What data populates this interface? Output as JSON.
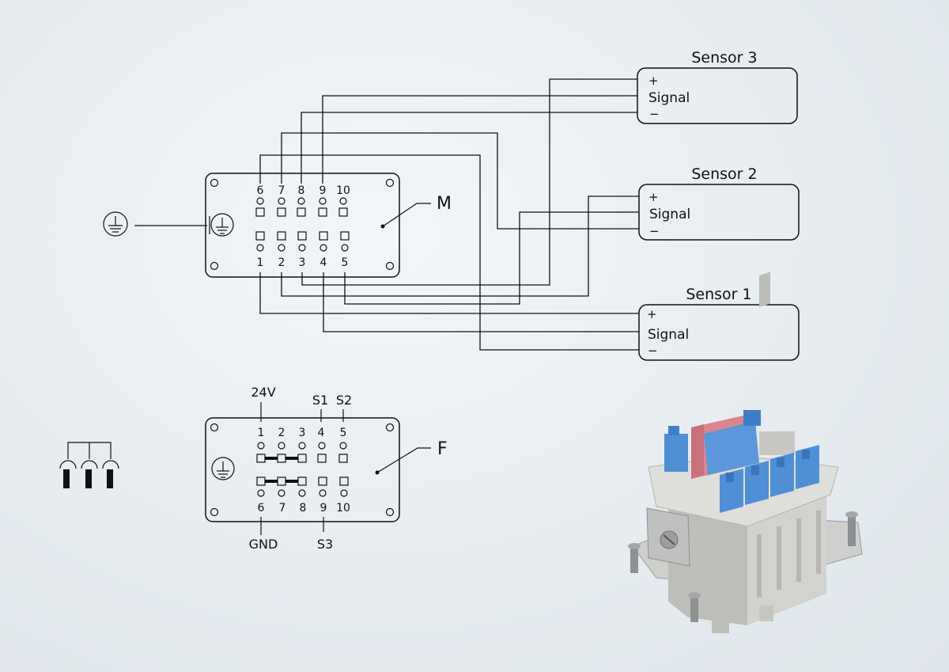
{
  "sensors": [
    {
      "title": "Sensor 3",
      "plus": "+",
      "signal": "Signal",
      "minus": "−"
    },
    {
      "title": "Sensor 2",
      "plus": "+",
      "signal": "Signal",
      "minus": "−"
    },
    {
      "title": "Sensor 1",
      "plus": "+",
      "signal": "Signal",
      "minus": "−"
    }
  ],
  "connector_m": {
    "label": "M",
    "top_pins": [
      "6",
      "7",
      "8",
      "9",
      "10"
    ],
    "bottom_pins": [
      "1",
      "2",
      "3",
      "4",
      "5"
    ]
  },
  "connector_f": {
    "label": "F",
    "top_pins": [
      "1",
      "2",
      "3",
      "4",
      "5"
    ],
    "bottom_pins": [
      "6",
      "7",
      "8",
      "9",
      "10"
    ],
    "signal_labels": {
      "pin1": "24V",
      "pin4": "S1",
      "pin5": "S2",
      "pin6": "GND",
      "pin9": "S3"
    }
  },
  "icons": {
    "ground": "protective-earth-icon",
    "bridge": "bridge-jumper-icon",
    "product": "connector-insert-illustration"
  },
  "colors": {
    "line": "#111111",
    "blue_module": "#4f8fd6",
    "red_module": "#d9868e",
    "housing": "#c9c9c6"
  }
}
